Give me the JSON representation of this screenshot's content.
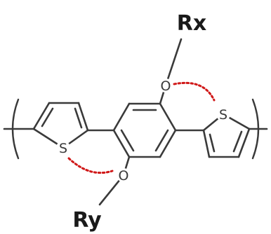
{
  "atoms": {
    "oxygen_top": "O",
    "oxygen_bottom": "O",
    "sulfur_left": "S",
    "sulfur_right": "S"
  },
  "groups": {
    "top": "Rx",
    "bottom": "Ry"
  },
  "colors": {
    "bond": "#3a3a3a",
    "interaction": "#d01818",
    "label": "#1a1a1a"
  }
}
